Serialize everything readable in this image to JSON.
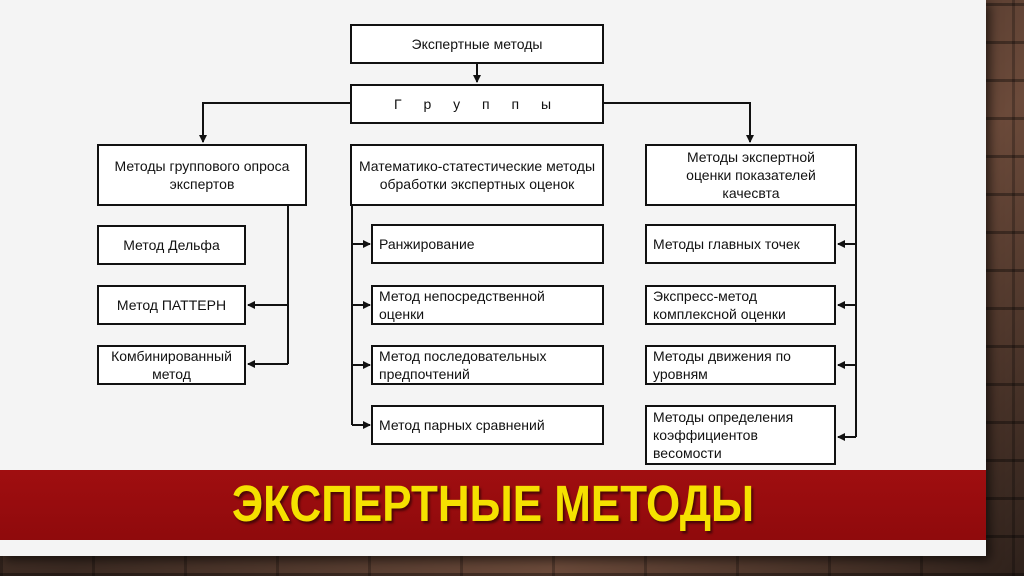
{
  "banner": {
    "title": "ЭКСПЕРТНЫЕ МЕТОДЫ",
    "background_color": "#9a0c0e",
    "text_color": "#f5e100"
  },
  "diagram": {
    "root": "Экспертные методы",
    "groups": "Г р у п п ы",
    "categories": {
      "group_survey": "Методы группового опроса экспертов",
      "math_statistical": "Математико-статестические методы обработки экспертных оценок",
      "expert_quality": "Методы экспертной оценки показателей качесвта"
    },
    "group_survey_methods": [
      "Метод Дельфа",
      "Метод ПАТТЕРН",
      "Комбинированный метод"
    ],
    "math_statistical_methods": [
      "Ранжирование",
      "Метод непосредственной оценки",
      "Метод последовательных предпочтений",
      "Метод парных сравнений"
    ],
    "expert_quality_methods": [
      "Методы главных точек",
      "Экспресс-метод комплексной оценки",
      "Методы движения по уровням",
      "Методы определения коэффициентов весомости"
    ]
  }
}
